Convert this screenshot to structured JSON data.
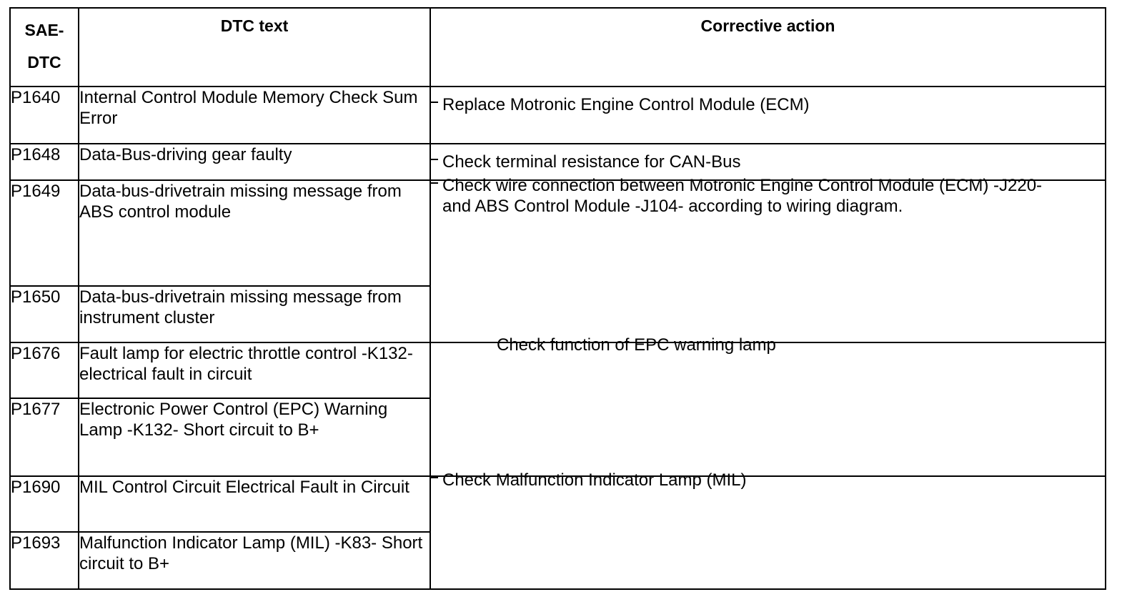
{
  "headers": {
    "code_line1": "SAE-",
    "code_line2": "DTC",
    "text": "DTC text",
    "action": "Corrective action"
  },
  "rows": [
    {
      "code": "P1640",
      "text": "Internal Control Module Memory Check Sum Error",
      "action": "Replace Motronic Engine Control Module (ECM)"
    },
    {
      "code": "P1648",
      "text": "Data-Bus-driving gear faulty",
      "action": "Check terminal resistance for CAN-Bus"
    },
    {
      "code": "P1649",
      "text": "Data-bus-drivetrain missing message from ABS control module",
      "action": "Check wire connection between Motronic Engine Control Module (ECM) -J220- and ABS Control Module -J104- according to wiring diagram."
    },
    {
      "code": "P1650",
      "text": "Data-bus-drivetrain missing message from instrument cluster",
      "action": null
    },
    {
      "code": "P1676",
      "text": "Fault lamp for electric throttle control -K132- electrical fault in circuit",
      "action": "Check function of EPC warning lamp"
    },
    {
      "code": "P1677",
      "text": "Electronic Power Control (EPC) Warning Lamp -K132- Short circuit to B+",
      "action": null
    },
    {
      "code": "P1690",
      "text": "MIL Control Circuit Electrical Fault in Circuit",
      "action": "Check Malfunction Indicator Lamp (MIL)"
    },
    {
      "code": "P1693",
      "text": "Malfunction Indicator Lamp (MIL) -K83- Short circuit to B+",
      "action": null
    }
  ]
}
